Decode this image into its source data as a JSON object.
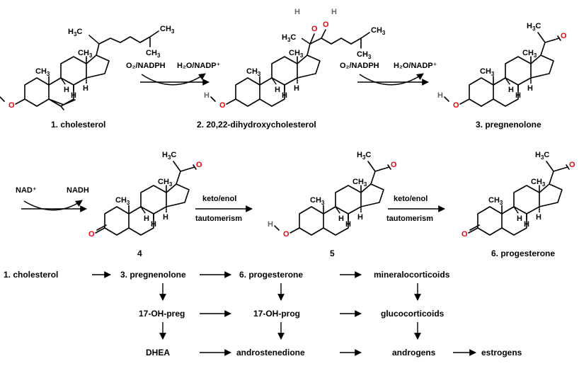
{
  "atoms": {
    "methyl": "CH",
    "methyl_sub": "3",
    "h3c_pre": "H",
    "h3c_sub": "3",
    "h3c_post": "C",
    "h": "H",
    "o": "O"
  },
  "compounds": [
    {
      "id": "c1",
      "label": "1. cholesterol"
    },
    {
      "id": "c2",
      "label": "2. 20,22-dihydroxycholesterol"
    },
    {
      "id": "c3",
      "label": "3. pregnenolone"
    },
    {
      "id": "c4",
      "label": "4"
    },
    {
      "id": "c5",
      "label": "5"
    },
    {
      "id": "c6",
      "label": "6. progesterone"
    }
  ],
  "reagents": {
    "r1_top": "O₂/NADPH",
    "r1_out": "H₂O/NADP⁺",
    "r2_top": "O₂/NADPH",
    "r2_out": "H₂O/NADP⁺",
    "r3_in": "NAD⁺",
    "r3_out": "NADH",
    "r4_top": "keto/enol",
    "r4_bot": "tautomerism",
    "r5_top": "keto/enol",
    "r5_bot": "tautomerism"
  },
  "flowchart": {
    "row1": [
      "1. cholesterol",
      "3. pregnenolone",
      "6. progesterone",
      "mineralocorticoids"
    ],
    "row2": [
      "17-OH-preg",
      "17-OH-prog",
      "glucocorticoids"
    ],
    "row3": [
      "DHEA",
      "androstenedione",
      "androgens",
      "estrogens"
    ]
  }
}
